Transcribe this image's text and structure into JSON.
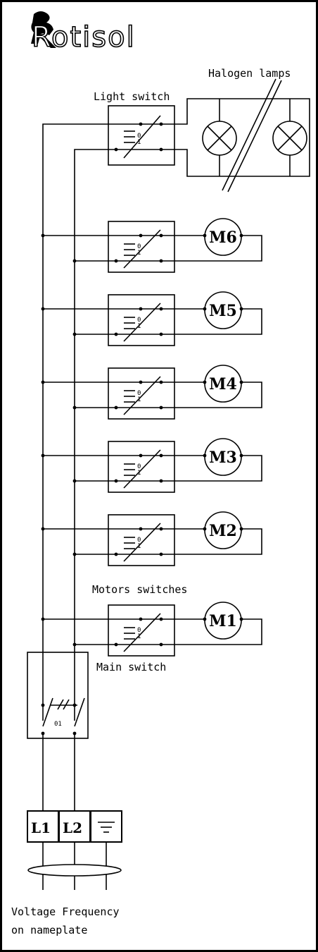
{
  "brand": {
    "logo_text": "Rotisol"
  },
  "labels": {
    "halogen_lamps": "Halogen lamps",
    "light_switch": "Light switch",
    "motors_switches": "Motors switches",
    "main_switch": "Main switch",
    "footer_line1": "Voltage Frequency",
    "footer_line2": "on nameplate"
  },
  "switch_positions": {
    "off": "0",
    "on": "1"
  },
  "main_switch_positions": "01",
  "motors": [
    "M6",
    "M5",
    "M4",
    "M3",
    "M2",
    "M1"
  ],
  "terminals": {
    "l1": "L1",
    "l2": "L2",
    "ground_icon": "ground-icon"
  },
  "colors": {
    "line": "#000000",
    "background": "#ffffff"
  }
}
